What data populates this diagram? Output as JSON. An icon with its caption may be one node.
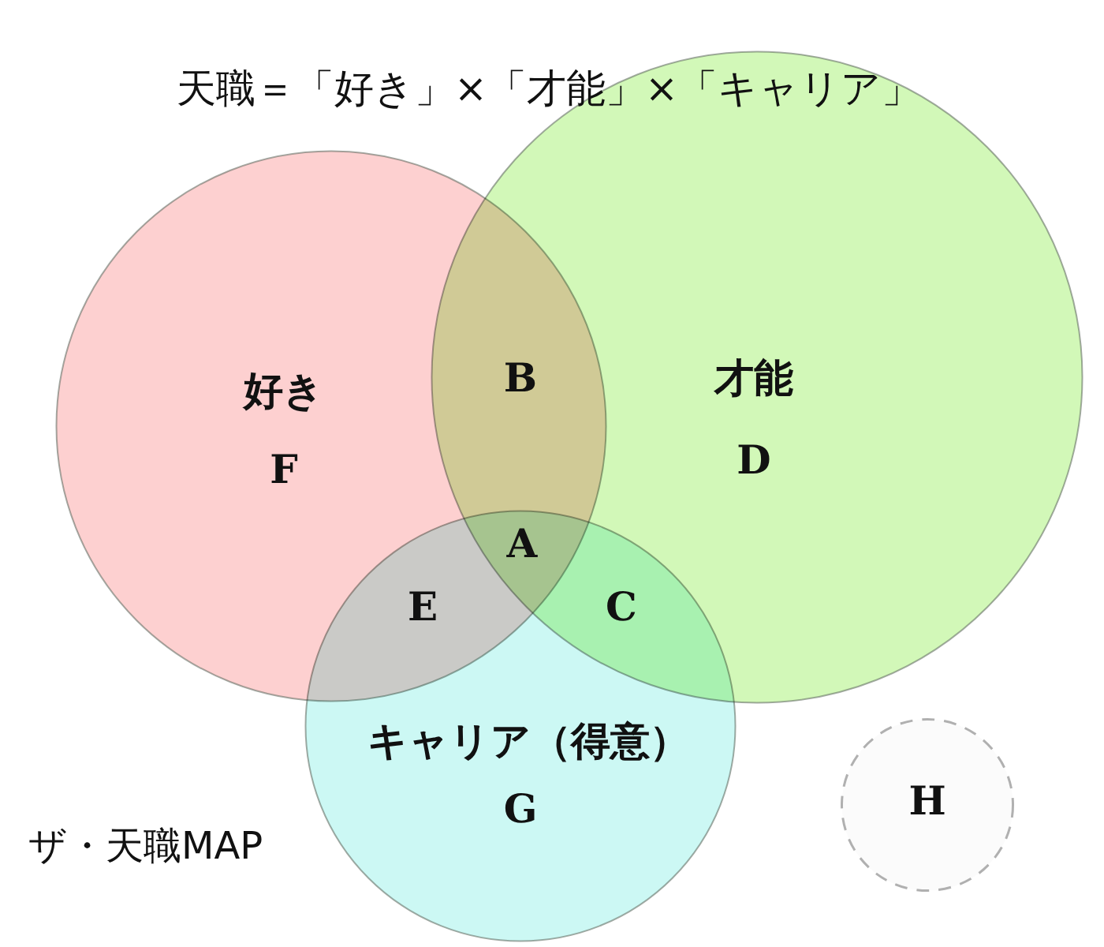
{
  "diagram": {
    "title": "天職＝「好き」×「才能」×「キャリア」",
    "caption": "ザ・天職MAP",
    "nodes": [
      {
        "text": [
          "好き",
          "F"
        ]
      },
      {
        "text": [
          "才能",
          "D"
        ]
      },
      {
        "text": [
          "キャリア（得意）",
          "G"
        ]
      },
      {
        "text": [
          "H"
        ]
      }
    ],
    "labels": [
      "B",
      "A",
      "E",
      "C"
    ]
  }
}
